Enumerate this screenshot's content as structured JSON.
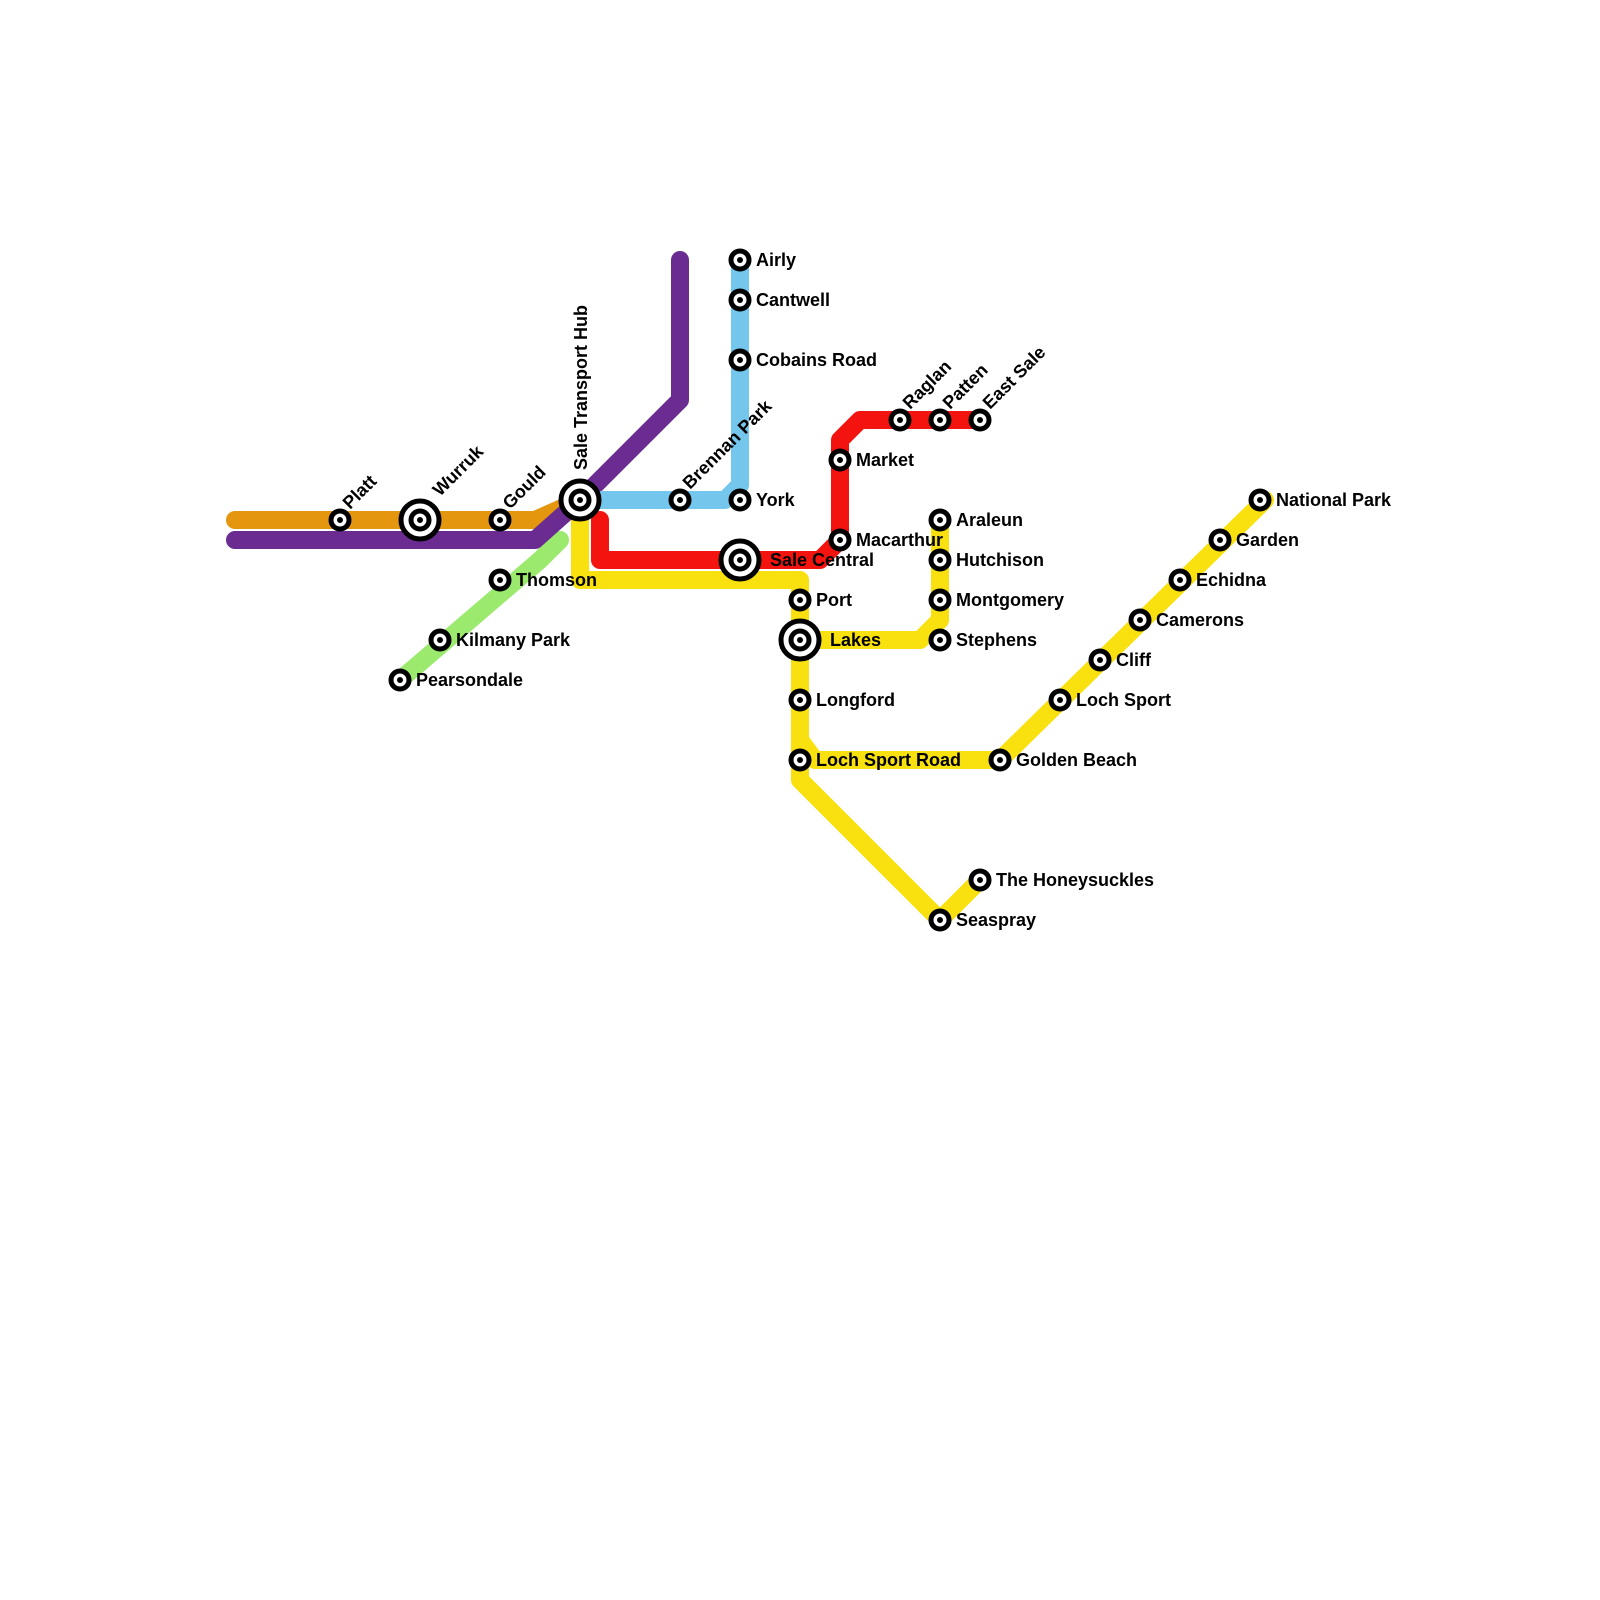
{
  "lines": {
    "orange": "#E4960F",
    "purple": "#6A2C91",
    "green": "#9BEA6E",
    "blue": "#74C6EC",
    "red": "#F3130F",
    "yellow": "#F8E10F"
  },
  "stations": {
    "platt": "Platt",
    "wurruk": "Wurruk",
    "gould": "Gould",
    "sale_transport_hub": "Sale Transport Hub",
    "brennan_park": "Brennan Park",
    "thomson": "Thomson",
    "kilmany_park": "Kilmany Park",
    "pearsondale": "Pearsondale",
    "airly": "Airly",
    "cantwell": "Cantwell",
    "cobains_road": "Cobains Road",
    "york": "York",
    "raglan": "Raglan",
    "patten": "Patten",
    "east_sale": "East Sale",
    "market": "Market",
    "macarthur": "Macarthur",
    "sale_central": "Sale Central",
    "port": "Port",
    "lakes": "Lakes",
    "longford": "Longford",
    "loch_sport_road": "Loch Sport Road",
    "araleun": "Araleun",
    "hutchison": "Hutchison",
    "montgomery": "Montgomery",
    "stephens": "Stephens",
    "golden_beach": "Golden Beach",
    "loch_sport": "Loch Sport",
    "cliff": "Cliff",
    "camerons": "Camerons",
    "echidna": "Echidna",
    "garden": "Garden",
    "national_park": "National Park",
    "the_honeysuckles": "The Honeysuckles",
    "seaspray": "Seaspray"
  }
}
